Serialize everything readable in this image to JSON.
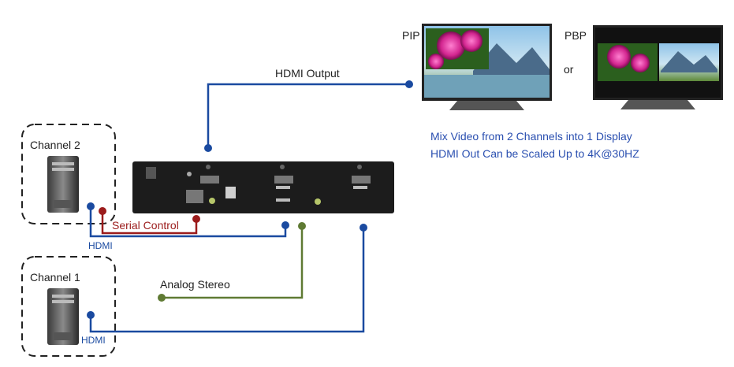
{
  "labels": {
    "pip": "PIP",
    "pbp": "PBP",
    "or": "or",
    "hdmi_output": "HDMI Output",
    "info_line1": "Mix Video from 2 Channels into 1 Display",
    "info_line2": "HDMI Out Can be Scaled Up to 4K@30HZ",
    "channel2": "Channel 2",
    "channel1": "Channel 1",
    "serial_control": "Serial Control",
    "hdmi_ch2": "HDMI",
    "hdmi_ch1": "HDMI",
    "analog_stereo": "Analog Stereo"
  },
  "colors": {
    "hdmi_line": "#1a4aa0",
    "serial_line": "#9b1b1b",
    "audio_line": "#5f7a33",
    "info_text": "#2a4fb0",
    "device_body": "#1c1c1c"
  }
}
